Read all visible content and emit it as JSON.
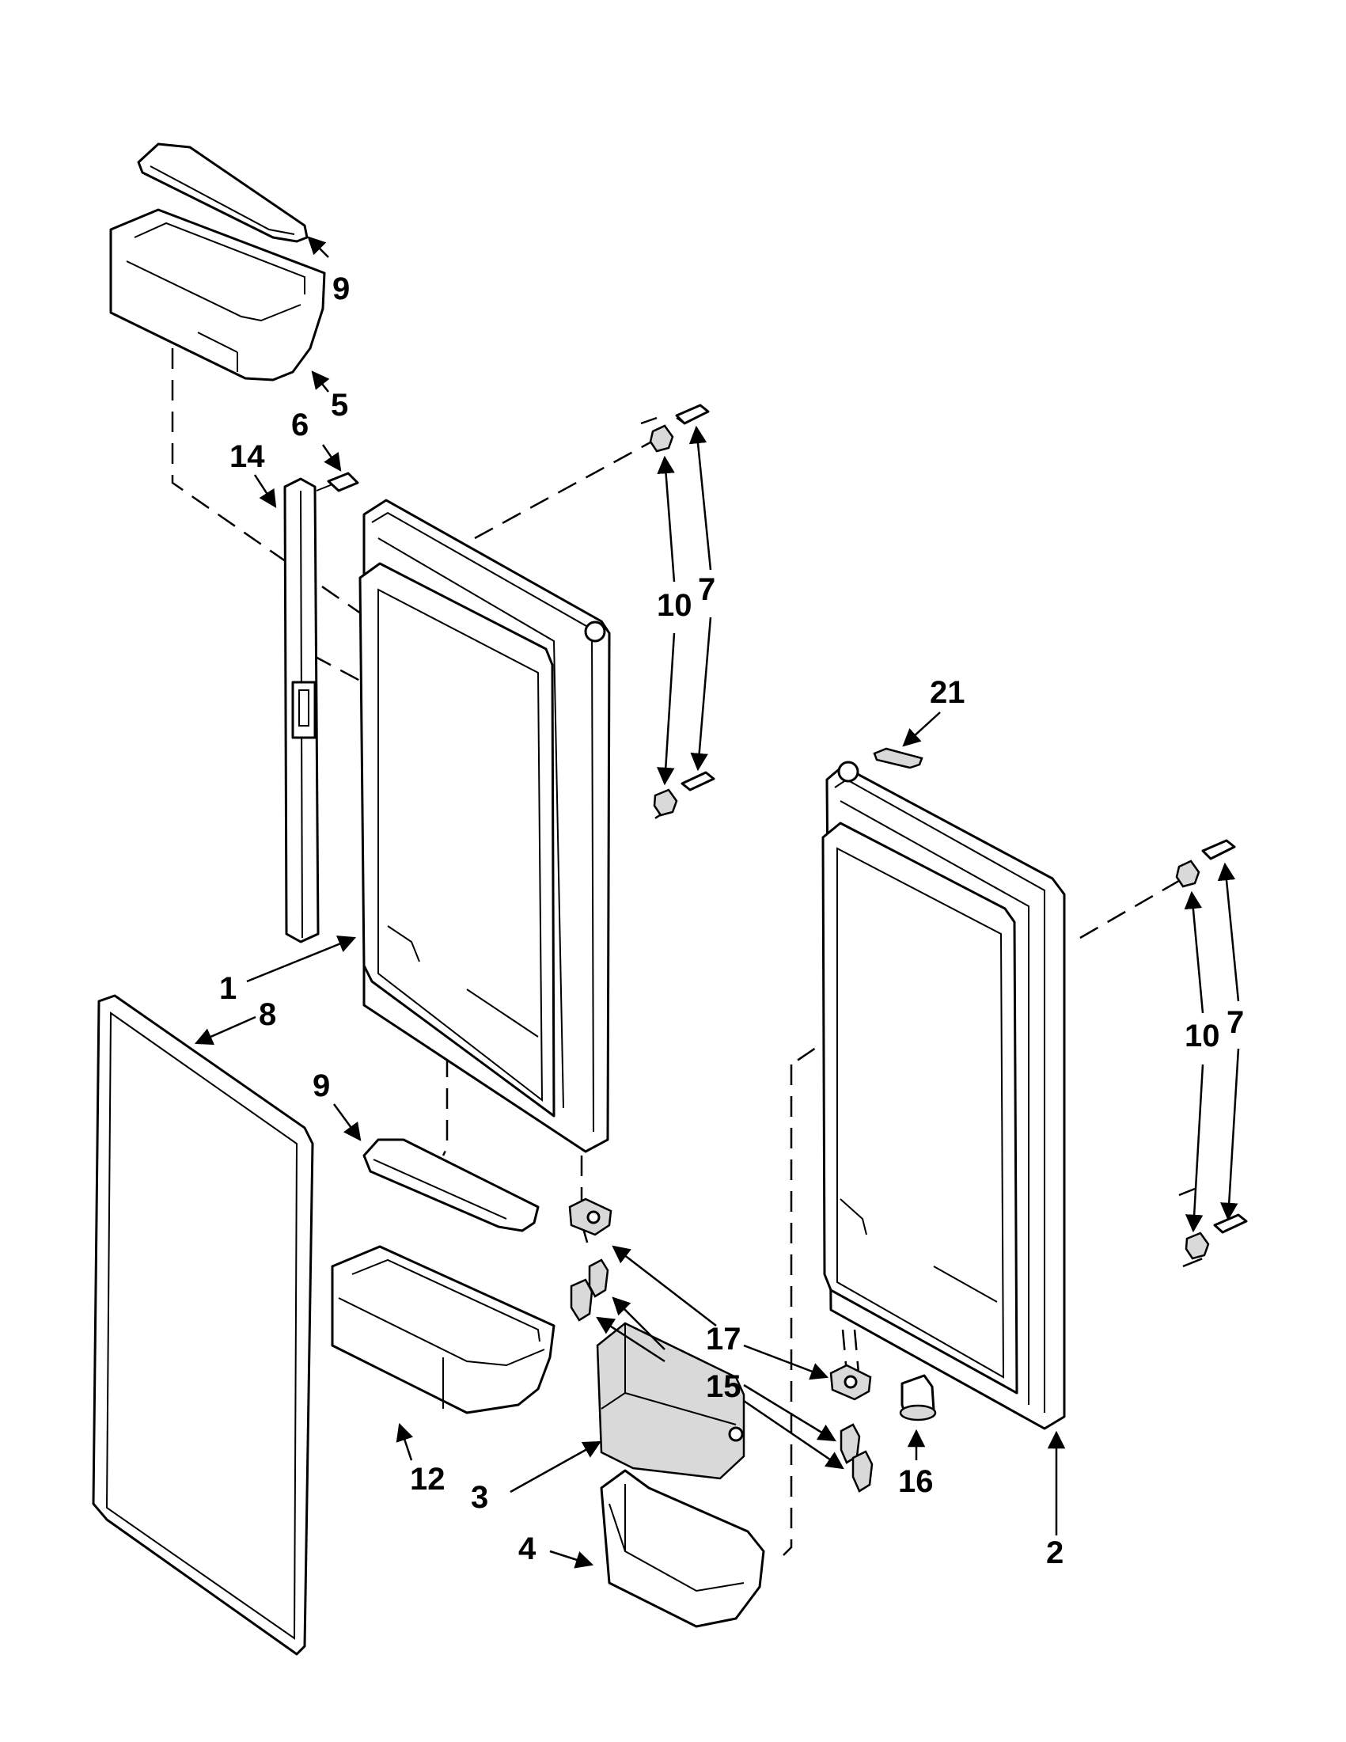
{
  "diagram": {
    "callouts": {
      "c1": "1",
      "c2": "2",
      "c3": "3",
      "c4": "4",
      "c5": "5",
      "c6": "6",
      "c7a": "7",
      "c7b": "7",
      "c8": "8",
      "c9a": "9",
      "c9b": "9",
      "c10a": "10",
      "c10b": "10",
      "c12": "12",
      "c14": "14",
      "c15": "15",
      "c16": "16",
      "c17": "17",
      "c21": "21"
    },
    "colors": {
      "line": "#000000",
      "shade": "#d9d9d9",
      "background": "#ffffff"
    }
  }
}
